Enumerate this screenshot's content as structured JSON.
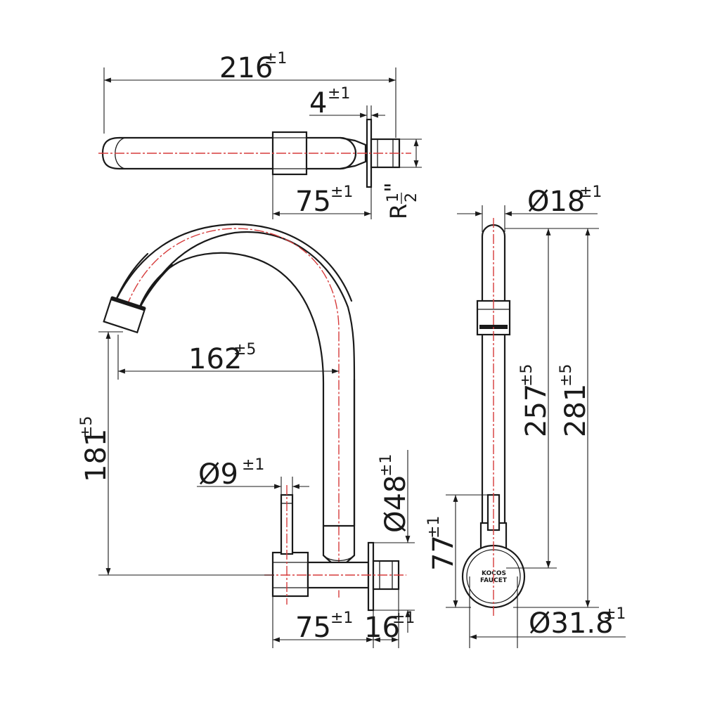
{
  "dimensions": {
    "top_width": {
      "value": "216",
      "tol": "±1"
    },
    "top_flange": {
      "value": "4",
      "tol": "±1"
    },
    "top_offset": {
      "value": "75",
      "tol": "±1"
    },
    "thread": {
      "prefix": "R",
      "numerator": "1",
      "denominator": "2",
      "unit": "\""
    },
    "spout_reach": {
      "value": "162",
      "tol": "±5"
    },
    "spout_height": {
      "value": "181",
      "tol": "±5"
    },
    "handle_dia": {
      "value": "Ø9",
      "tol": "±1"
    },
    "plate_dia": {
      "value": "Ø48",
      "tol": "±1"
    },
    "front_offset": {
      "value": "75",
      "tol": "±1"
    },
    "nut_len": {
      "value": "16",
      "tol": "±1"
    },
    "pipe_dia": {
      "value": "Ø18",
      "tol": "±1"
    },
    "side_h1": {
      "value": "257",
      "tol": "±5"
    },
    "side_h2": {
      "value": "281",
      "tol": "±5"
    },
    "body_h": {
      "value": "77",
      "tol": "±1"
    },
    "base_dia": {
      "value": "Ø31.8",
      "tol": "±1"
    }
  },
  "logo": {
    "line1": "KOCOS",
    "line2": "FAUCET"
  },
  "colors": {
    "line": "#1a1a1a",
    "centerline": "#d63b3b",
    "background": "#ffffff"
  }
}
